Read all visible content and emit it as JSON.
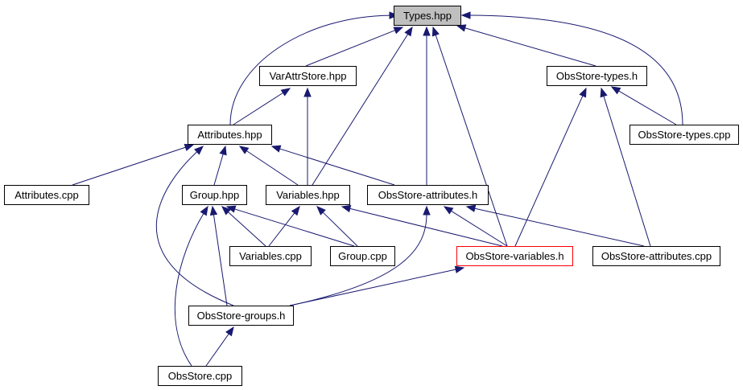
{
  "diagram": {
    "type": "include-dependency-graph",
    "colors": {
      "edge": "#191970",
      "root_fill": "#bfbfbf",
      "highlight_border": "#ff0000",
      "node_border": "#000000"
    },
    "nodes": [
      {
        "id": "types_hpp",
        "label": "Types.hpp",
        "style": "root"
      },
      {
        "id": "varattrstore_hpp",
        "label": "VarAttrStore.hpp"
      },
      {
        "id": "obsstore_types_h",
        "label": "ObsStore-types.h"
      },
      {
        "id": "attributes_hpp",
        "label": "Attributes.hpp"
      },
      {
        "id": "obsstore_types_cpp",
        "label": "ObsStore-types.cpp"
      },
      {
        "id": "attributes_cpp",
        "label": "Attributes.cpp"
      },
      {
        "id": "group_hpp",
        "label": "Group.hpp"
      },
      {
        "id": "variables_hpp",
        "label": "Variables.hpp"
      },
      {
        "id": "obsstore_attributes_h",
        "label": "ObsStore-attributes.h"
      },
      {
        "id": "variables_cpp",
        "label": "Variables.cpp"
      },
      {
        "id": "group_cpp",
        "label": "Group.cpp"
      },
      {
        "id": "obsstore_variables_h",
        "label": "ObsStore-variables.h",
        "style": "current"
      },
      {
        "id": "obsstore_attributes_cpp",
        "label": "ObsStore-attributes.cpp"
      },
      {
        "id": "obsstore_groups_h",
        "label": "ObsStore-groups.h"
      },
      {
        "id": "obsstore_cpp",
        "label": "ObsStore.cpp"
      }
    ],
    "edges": [
      {
        "from": "varattrstore_hpp",
        "to": "types_hpp"
      },
      {
        "from": "attributes_hpp",
        "to": "types_hpp"
      },
      {
        "from": "variables_hpp",
        "to": "types_hpp"
      },
      {
        "from": "obsstore_attributes_h",
        "to": "types_hpp"
      },
      {
        "from": "obsstore_variables_h",
        "to": "types_hpp"
      },
      {
        "from": "obsstore_types_h",
        "to": "types_hpp"
      },
      {
        "from": "obsstore_types_cpp",
        "to": "types_hpp"
      },
      {
        "from": "attributes_hpp",
        "to": "varattrstore_hpp"
      },
      {
        "from": "variables_hpp",
        "to": "varattrstore_hpp"
      },
      {
        "from": "attributes_cpp",
        "to": "attributes_hpp"
      },
      {
        "from": "group_hpp",
        "to": "attributes_hpp"
      },
      {
        "from": "variables_hpp",
        "to": "attributes_hpp"
      },
      {
        "from": "obsstore_attributes_h",
        "to": "attributes_hpp"
      },
      {
        "from": "obsstore_groups_h",
        "to": "attributes_hpp"
      },
      {
        "from": "obsstore_types_cpp",
        "to": "obsstore_types_h"
      },
      {
        "from": "obsstore_variables_h",
        "to": "obsstore_types_h"
      },
      {
        "from": "obsstore_attributes_cpp",
        "to": "obsstore_types_h"
      },
      {
        "from": "variables_cpp",
        "to": "group_hpp"
      },
      {
        "from": "group_cpp",
        "to": "group_hpp"
      },
      {
        "from": "obsstore_groups_h",
        "to": "group_hpp"
      },
      {
        "from": "obsstore_cpp",
        "to": "group_hpp"
      },
      {
        "from": "variables_cpp",
        "to": "variables_hpp"
      },
      {
        "from": "group_cpp",
        "to": "variables_hpp"
      },
      {
        "from": "obsstore_variables_h",
        "to": "variables_hpp"
      },
      {
        "from": "obsstore_variables_h",
        "to": "obsstore_attributes_h"
      },
      {
        "from": "obsstore_attributes_cpp",
        "to": "obsstore_attributes_h"
      },
      {
        "from": "obsstore_groups_h",
        "to": "obsstore_attributes_h"
      },
      {
        "from": "obsstore_groups_h",
        "to": "obsstore_variables_h"
      },
      {
        "from": "obsstore_cpp",
        "to": "obsstore_groups_h"
      }
    ]
  }
}
